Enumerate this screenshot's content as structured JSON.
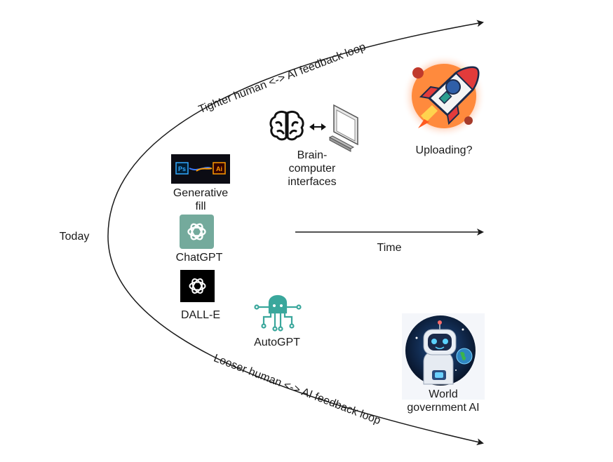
{
  "labels": {
    "today": "Today",
    "time": "Time",
    "upper_curve": "Tighter human <-> AI feedback loop",
    "lower_curve": "Looser human <-> AI feedback loop",
    "brain_line1": "Brain-",
    "brain_line2": "computer",
    "brain_line3": "interfaces",
    "uploading": "Uploading?",
    "generative_line1": "Generative",
    "generative_line2": "fill",
    "chatgpt": "ChatGPT",
    "dalle": "DALL-E",
    "autogpt": "AutoGPT",
    "world_line1": "World",
    "world_line2": "government AI"
  },
  "badges": {
    "ps": "Ps",
    "ai": "Ai"
  },
  "icons": [
    "brain-icon",
    "bidirectional-arrow-icon",
    "computer-icon",
    "rocket-image",
    "photoshop-illustrator-image",
    "chatgpt-logo",
    "dalle-logo",
    "autogpt-octopus-icon",
    "world-government-robot-image"
  ],
  "colors": {
    "line": "#1a1a1a",
    "chatgpt_green": "#74aa9c",
    "autogpt_teal": "#3aa79c",
    "ps_blue": "#31a8ff",
    "ai_orange": "#ff9a00"
  }
}
